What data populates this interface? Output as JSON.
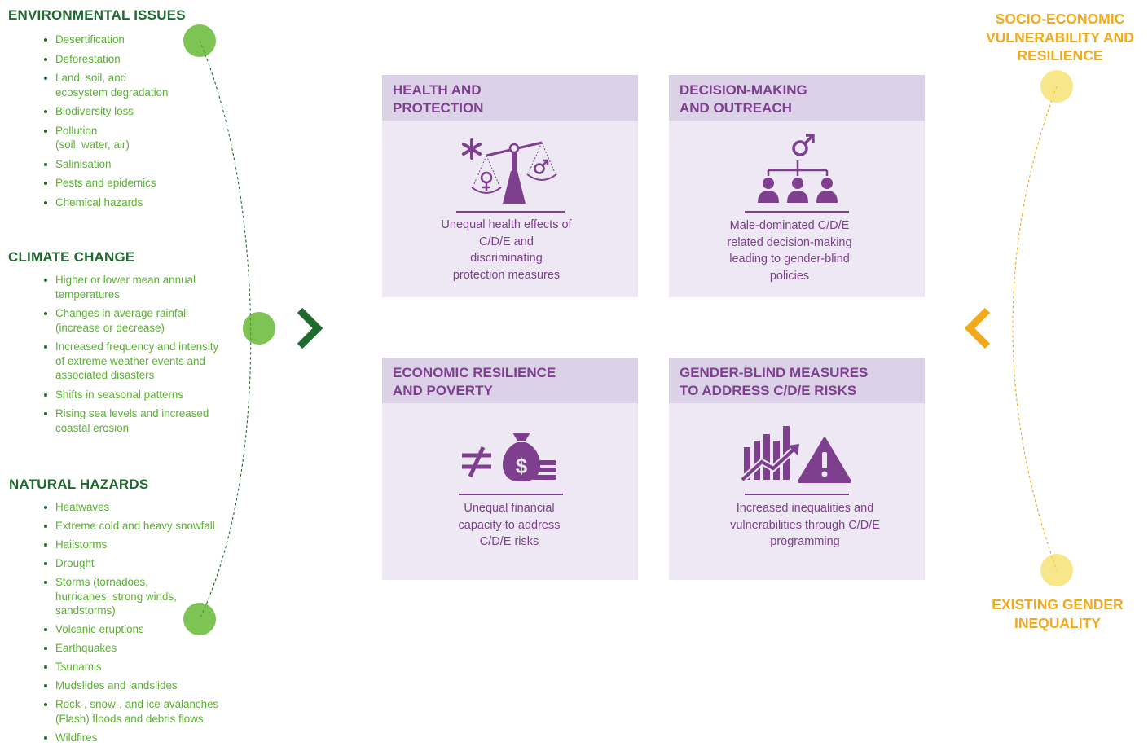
{
  "left": {
    "environmental": {
      "title": "ENVIRONMENTAL ISSUES",
      "items": [
        "Desertification",
        "Deforestation",
        "Land, soil, and\necosystem degradation",
        "Biodiversity loss",
        "Pollution\n(soil, water, air)",
        "Salinisation",
        "Pests and epidemics",
        "Chemical hazards"
      ]
    },
    "climate": {
      "title": "CLIMATE CHANGE",
      "items": [
        "Higher or lower mean annual\ntemperatures",
        "Changes in average rainfall\n(increase or decrease)",
        "Increased frequency and intensity\nof extreme weather events and\nassociated disasters",
        "Shifts in seasonal patterns",
        "Rising sea levels and increased\ncoastal erosion"
      ]
    },
    "natural": {
      "title": "NATURAL HAZARDS",
      "items": [
        "Heatwaves",
        "Extreme cold and heavy snowfall",
        "Hailstorms",
        "Drought",
        "Storms (tornadoes,\nhurricanes, strong winds,\nsandstorms)",
        "Volcanic eruptions",
        "Earthquakes",
        "Tsunamis",
        "Mudslides and landslides",
        "Rock-, snow-, and ice avalanches\n(Flash) floods and debris flows",
        "Wildfires"
      ]
    }
  },
  "right": {
    "top_title": "SOCIO-ECONOMIC\nVULNERABILITY AND\nRESILIENCE",
    "bottom_title": "EXISTING GENDER\nINEQUALITY"
  },
  "cards": [
    {
      "title": "HEALTH AND\nPROTECTION",
      "icon": "balance-scale-gender-icon",
      "description": "Unequal health effects of\nC/D/E and\ndiscriminating\nprotection measures"
    },
    {
      "title": "DECISION-MAKING\nAND OUTREACH",
      "icon": "male-hierarchy-icon",
      "description": "Male-dominated C/D/E\nrelated decision-making\nleading to gender-blind\npolicies"
    },
    {
      "title": "ECONOMIC RESILIENCE\nAND POVERTY",
      "icon": "not-equal-money-bag-icon",
      "description": "Unequal financial\ncapacity to address\nC/D/E risks"
    },
    {
      "title": "GENDER-BLIND MEASURES\nTO ADDRESS C/D/E RISKS",
      "icon": "rising-chart-warning-icon",
      "description": "Increased inequalities and\nvulnerabilities through C/D/E\nprogramming"
    }
  ],
  "colors": {
    "dark_green": "#1e6b2e",
    "light_green": "#5ab132",
    "circle_green": "#7dc455",
    "orange": "#f2aa1b",
    "pale_yellow": "#f8e68a",
    "purple": "#7e3f8f",
    "card_bg": "#ede8f3",
    "card_header_bg": "#dcd2e7"
  }
}
